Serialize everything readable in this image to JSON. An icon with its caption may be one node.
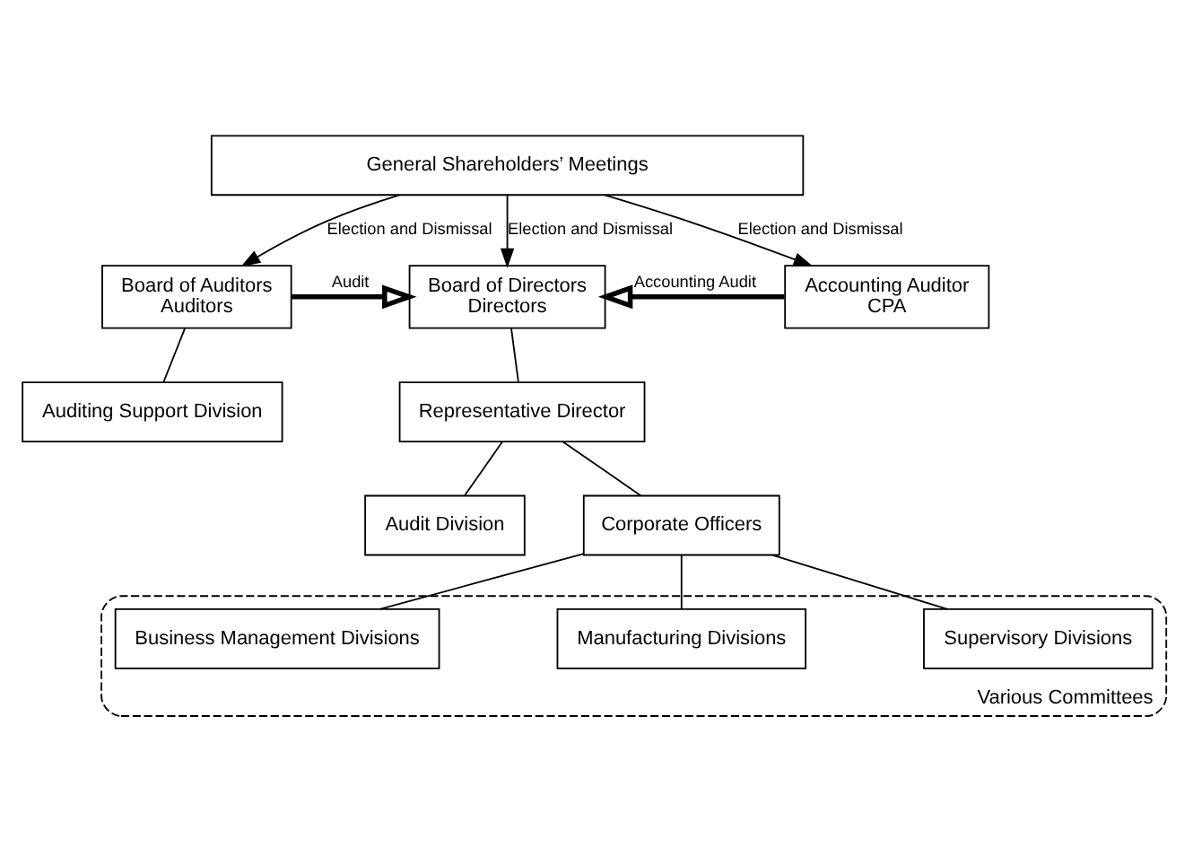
{
  "diagram": {
    "nodes": [
      {
        "text": [
          "General Shareholders’ Meetings"
        ]
      },
      {
        "text": [
          "Board of Auditors",
          "Auditors"
        ]
      },
      {
        "text": [
          "Board of Directors",
          "Directors"
        ]
      },
      {
        "text": [
          "Accounting Auditor",
          "CPA"
        ]
      },
      {
        "text": [
          "Auditing Support Division"
        ]
      },
      {
        "text": [
          "Representative Director"
        ]
      },
      {
        "text": [
          "Audit Division"
        ]
      },
      {
        "text": [
          "Corporate Officers"
        ]
      },
      {
        "text": [
          "Various Committees"
        ]
      },
      {
        "text": [
          "Business Management Divisions"
        ],
        "in": 8
      },
      {
        "text": [
          "Manufacturing Divisions"
        ],
        "in": 8
      },
      {
        "text": [
          "Supervisory Divisions"
        ],
        "in": 8
      }
    ],
    "edges": [
      {
        "from": 0,
        "to": 1,
        "arrow": "to",
        "label": "Election and Dismissal"
      },
      {
        "from": 0,
        "to": 2,
        "arrow": "to",
        "label": "Election and Dismissal"
      },
      {
        "from": 0,
        "to": 3,
        "arrow": "to",
        "label": "Election and Dismissal"
      },
      {
        "from": 1,
        "to": 2,
        "arrow": "to",
        "label": "Audit",
        "style": "thick"
      },
      {
        "from": 3,
        "to": 2,
        "arrow": "to",
        "label": "Accounting Audit",
        "style": "thick"
      },
      {
        "from": 1,
        "to": 4,
        "arrow": "none"
      },
      {
        "from": 2,
        "to": 5,
        "arrow": "none"
      },
      {
        "from": 5,
        "to": 6,
        "arrow": "none"
      },
      {
        "from": 5,
        "to": 7,
        "arrow": "none"
      },
      {
        "from": 7,
        "to": 9,
        "arrow": "none"
      },
      {
        "from": 7,
        "to": 10,
        "arrow": "none"
      },
      {
        "from": 7,
        "to": 11,
        "arrow": "none"
      }
    ]
  }
}
